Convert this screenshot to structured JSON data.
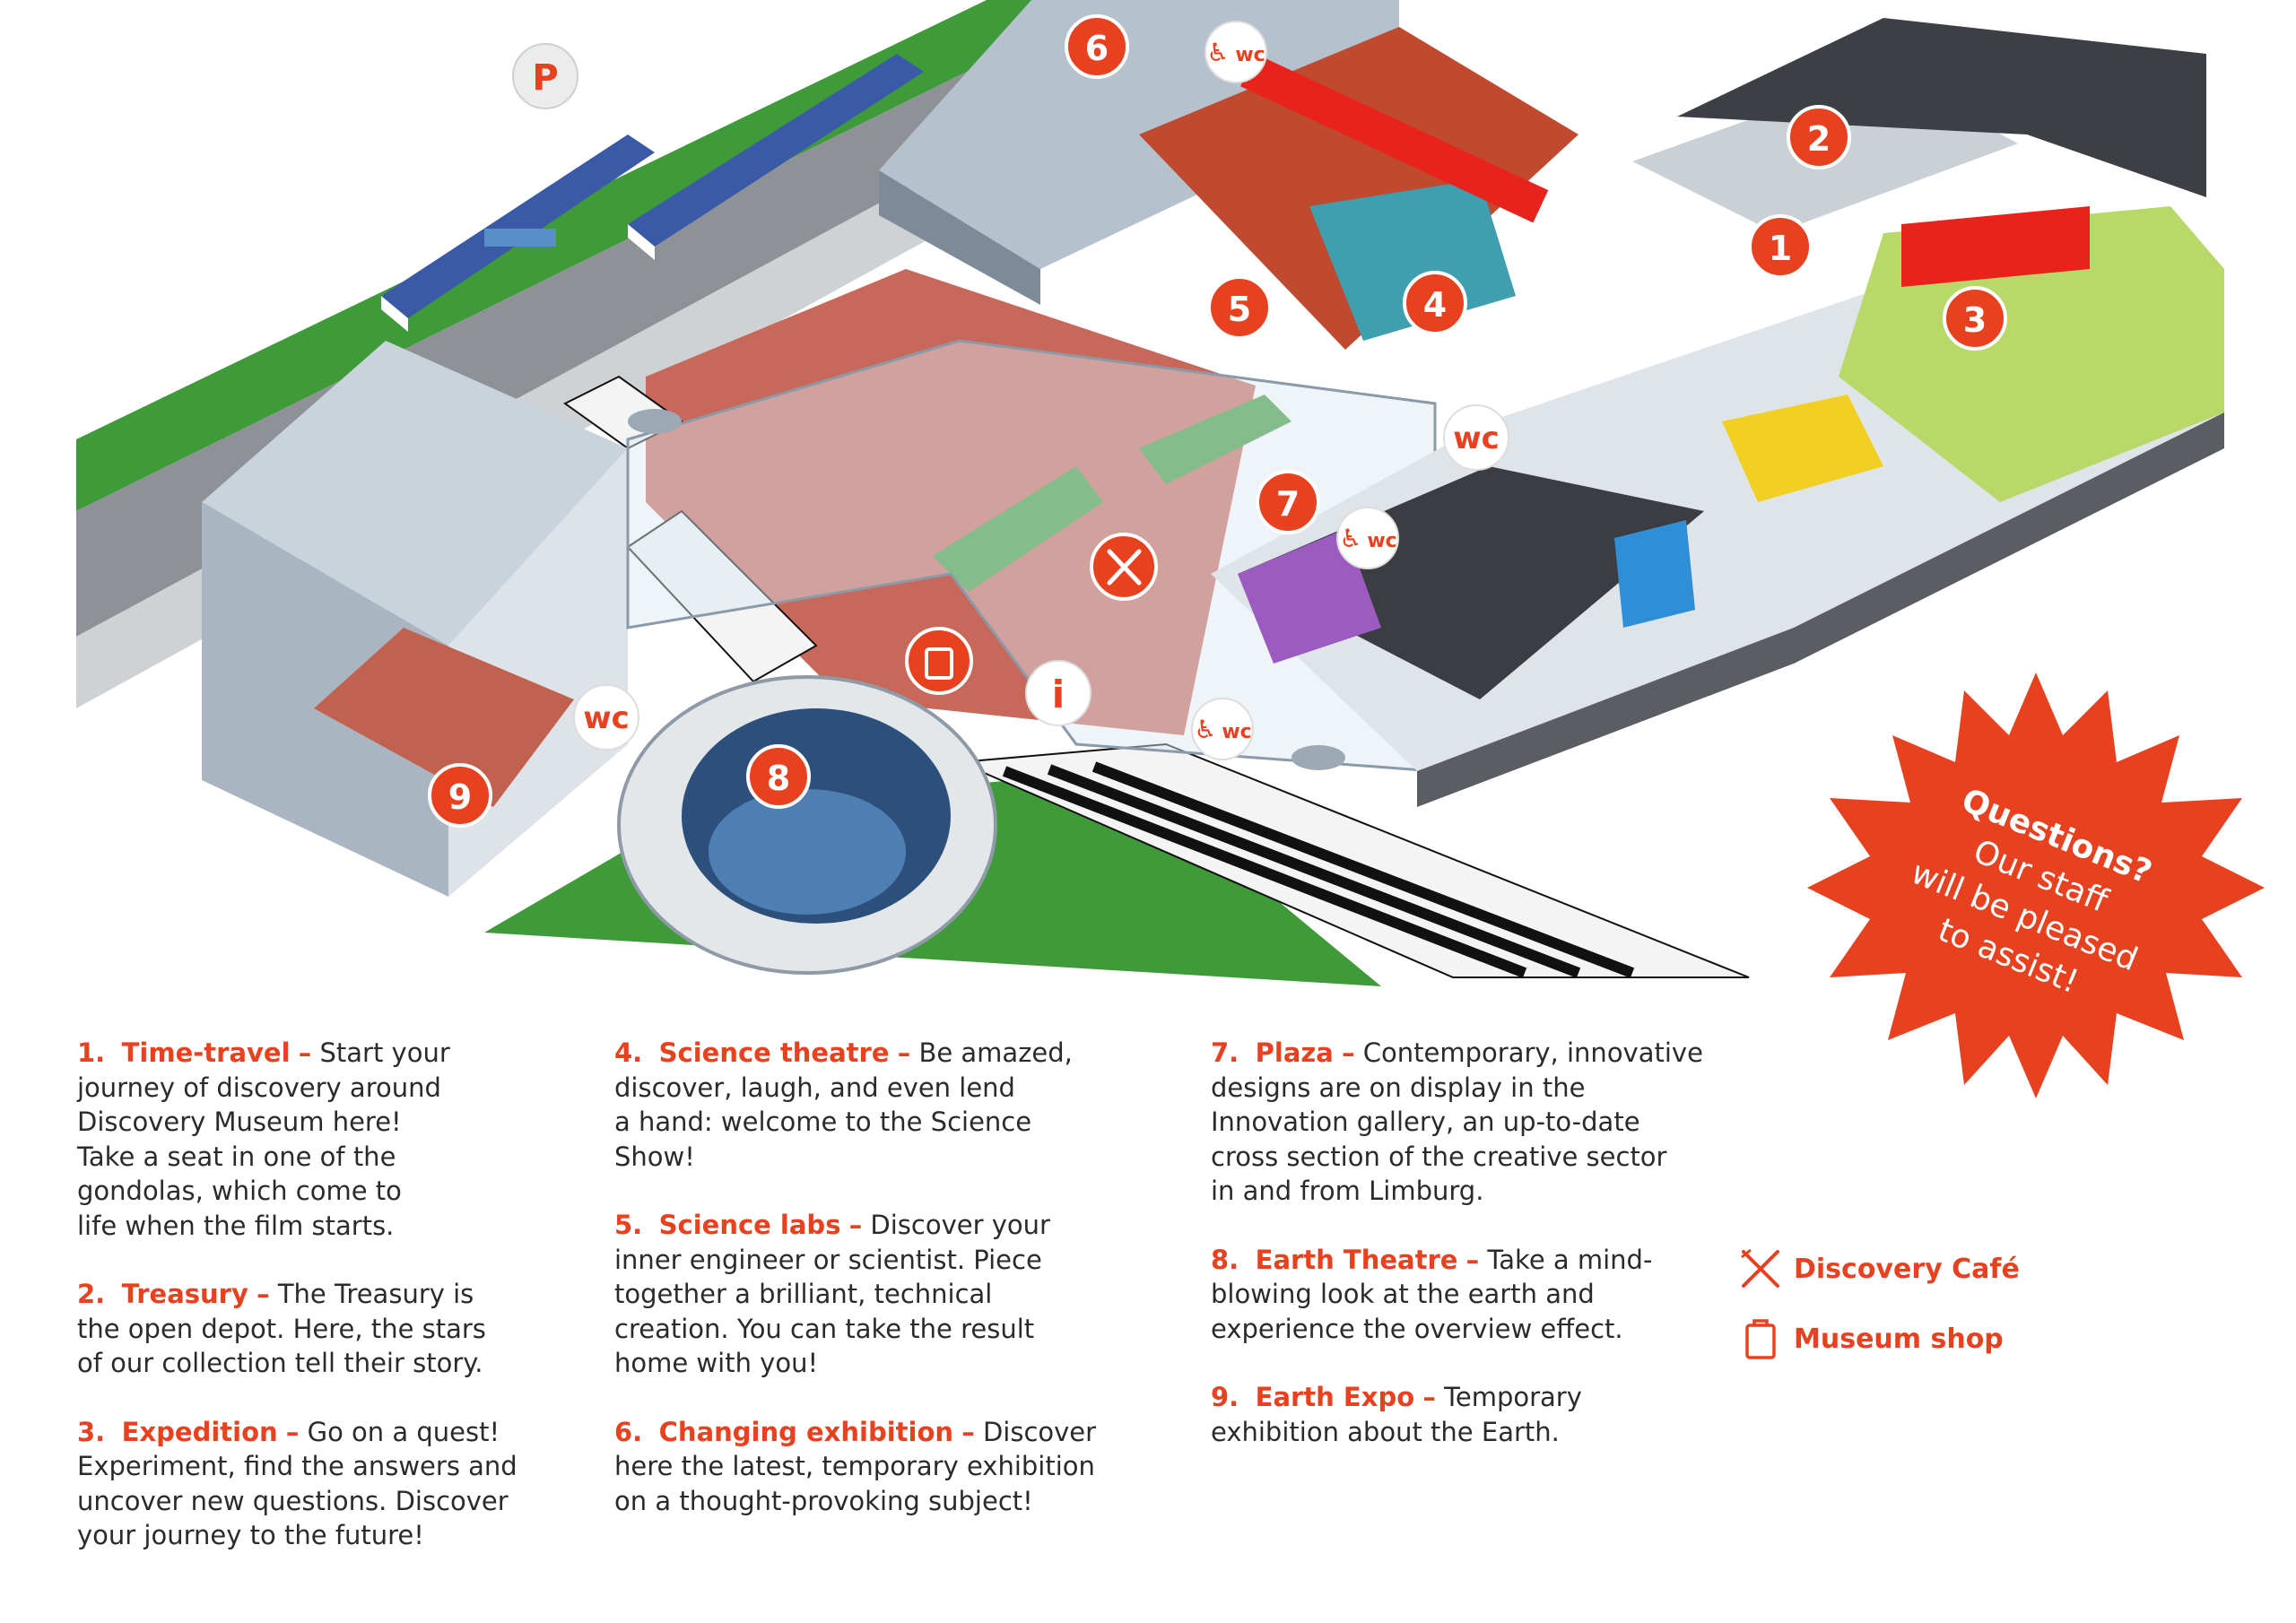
{
  "map": {
    "parking_label": "P",
    "wc_label": "wc",
    "info_label": "i",
    "markers": [
      "1",
      "2",
      "3",
      "4",
      "5",
      "6",
      "7",
      "8",
      "9"
    ]
  },
  "callout": {
    "title": "Questions?",
    "line1": "Our staff",
    "line2": "will be pleased",
    "line3": "to assist!"
  },
  "legend": [
    {
      "num": "1.",
      "title": "Time-travel",
      "desc": "Start your\njourney of discovery around\nDiscovery Museum here!\nTake a seat in one of the\ngondolas, which come to\nlife when the film starts."
    },
    {
      "num": "2.",
      "title": "Treasury",
      "desc": "The Treasury is\nthe open depot. Here, the stars\nof our collection tell their story."
    },
    {
      "num": "3.",
      "title": "Expedition",
      "desc": "Go on a quest!\nExperiment, find the answers and\nuncover new questions. Discover\nyour journey to the future!"
    },
    {
      "num": "4.",
      "title": "Science theatre",
      "desc": "Be amazed,\ndiscover, laugh, and even lend\na hand: welcome to the Science\nShow!"
    },
    {
      "num": "5.",
      "title": "Science labs",
      "desc": "Discover your\ninner engineer or scientist. Piece\ntogether a brilliant, technical\ncreation. You can take the result\nhome with you!"
    },
    {
      "num": "6.",
      "title": "Changing exhibition",
      "desc": "Discover\nhere the latest, temporary exhibition\non a thought-provoking subject!"
    },
    {
      "num": "7.",
      "title": "Plaza",
      "desc": "Contemporary, innovative\ndesigns are on display in the\nInnovation gallery, an up-to-date\ncross section of the creative sector\nin and from Limburg."
    },
    {
      "num": "8.",
      "title": "Earth Theatre",
      "desc": "Take a mind-\nblowing look at the earth and\nexperience the overview effect."
    },
    {
      "num": "9.",
      "title": "Earth Expo",
      "desc": "Temporary\nexhibition about the Earth."
    }
  ],
  "facilities": {
    "cafe": "Discovery Café",
    "shop": "Museum shop"
  },
  "colors": {
    "accent": "#e8411f",
    "grass": "#3f9a3a",
    "plaza": "#c8685a",
    "building": "#c9d3dc"
  }
}
